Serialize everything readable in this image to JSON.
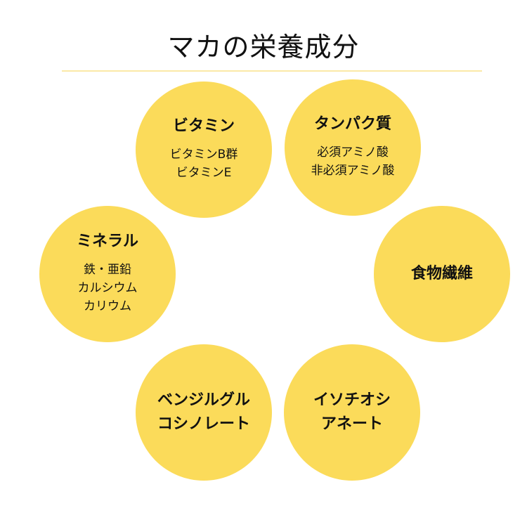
{
  "title": "マカの栄養成分",
  "nutrients": {
    "vitamin": {
      "title": "ビタミン",
      "items": [
        "ビタミンB群",
        "ビタミンE"
      ]
    },
    "protein": {
      "title": "タンパク質",
      "items": [
        "必須アミノ酸",
        "非必須アミノ酸"
      ]
    },
    "mineral": {
      "title": "ミネラル",
      "items": [
        "鉄・亜鉛",
        "カルシウム",
        "カリウム"
      ]
    },
    "fiber": {
      "title": "食物繊維"
    },
    "benzyl": {
      "title_lines": [
        "ベンジルグル",
        "コシノレート"
      ]
    },
    "isothio": {
      "title_lines": [
        "イソチオシ",
        "アネート"
      ]
    }
  },
  "colors": {
    "circle": "#fbdb5a",
    "divider": "#fbe9a6",
    "text": "#111111"
  }
}
